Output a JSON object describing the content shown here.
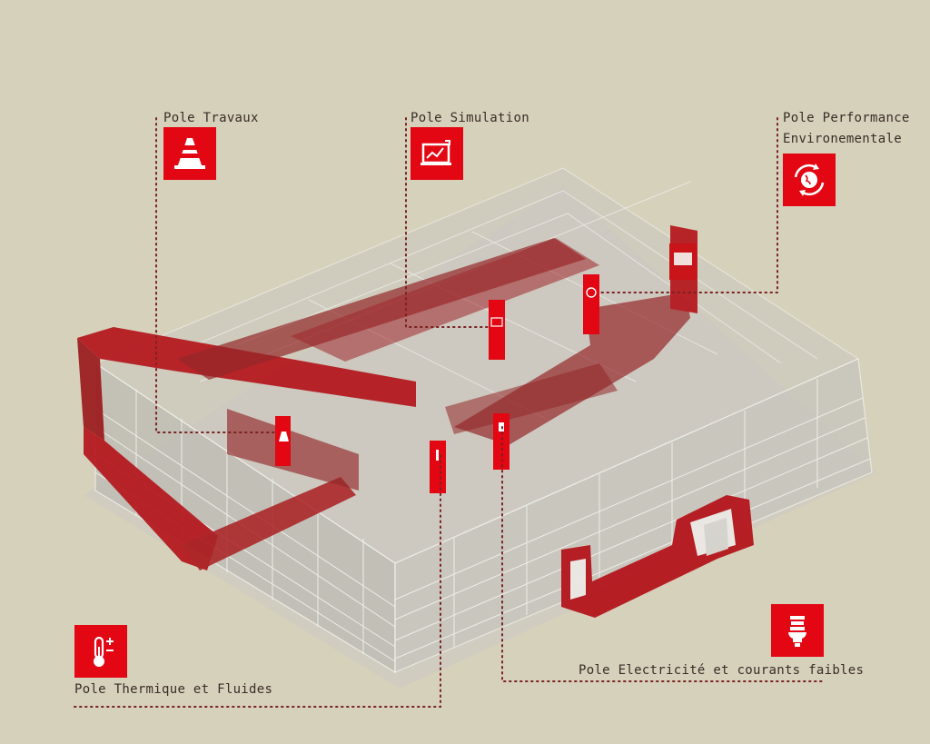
{
  "colors": {
    "background": "#d6d1bb",
    "accent": "#e30613",
    "accent_dark": "#8e1a1c",
    "building": "#bdbbb4",
    "leader": "#7a2222",
    "text": "#3a2c28"
  },
  "poles": [
    {
      "id": "travaux",
      "lines": [
        "Pole Travaux"
      ],
      "icon": "traffic-cone-icon"
    },
    {
      "id": "simulation",
      "lines": [
        "Pole Simulation"
      ],
      "icon": "chart-monitor-icon"
    },
    {
      "id": "performance",
      "lines": [
        "Pole Performance",
        "Environementale"
      ],
      "icon": "globe-arrows-icon"
    },
    {
      "id": "thermique",
      "lines": [
        "Pole Thermique et Fluides"
      ],
      "icon": "thermometer-icon"
    },
    {
      "id": "electricite",
      "lines": [
        "Pole Electricité et courants faibles"
      ],
      "icon": "light-bulb-icon"
    }
  ]
}
